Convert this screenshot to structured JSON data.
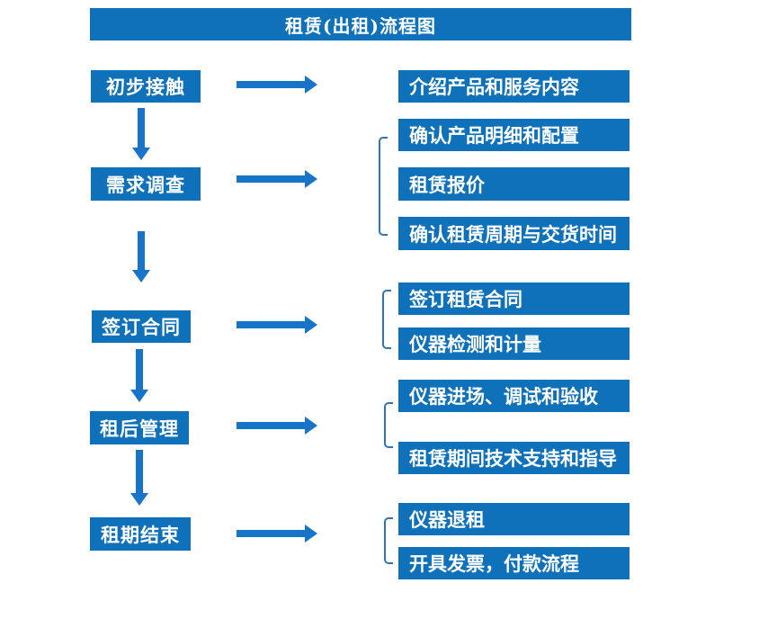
{
  "title": "租赁(出租)流程图",
  "colors": {
    "box": "#0e71ba",
    "arrow": "#1874c9",
    "bracket": "#2e75b6",
    "text": "#ffffff",
    "background": "#ffffff"
  },
  "steps": [
    {
      "label": "初步接触",
      "details": [
        "介绍产品和服务内容"
      ]
    },
    {
      "label": "需求调查",
      "details": [
        "确认产品明细和配置",
        "租赁报价",
        "确认租赁周期与交货时间"
      ]
    },
    {
      "label": "签订合同",
      "details": [
        "签订租赁合同",
        "仪器检测和计量"
      ]
    },
    {
      "label": "租后管理",
      "details": [
        "仪器进场、调试和验收",
        "租赁期间技术支持和指导"
      ]
    },
    {
      "label": "租期结束",
      "details": [
        "仪器退租",
        "开具发票，付款流程"
      ]
    }
  ]
}
